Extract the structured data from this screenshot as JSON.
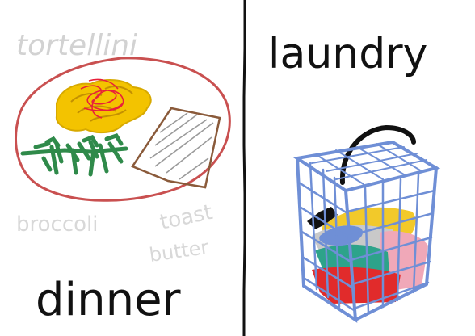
{
  "left_panel": {
    "label_top": "tortellini",
    "label_left": "broccoli",
    "label_right_1": "toast",
    "label_right_2": "butter",
    "caption": "dinner"
  },
  "right_panel": {
    "caption": "laundry"
  },
  "colors": {
    "ink": "#111111",
    "plate": "#c95050",
    "pasta": "#f3c300",
    "pasta_red": "#e8203a",
    "broccoli": "#2f8a4a",
    "toast_outline": "#8a5a3a",
    "hint_text": "#cfcfcf",
    "basket": "#6f8fd6",
    "basket_handle": "#111111",
    "cloth_yellow": "#f2c92a",
    "cloth_blue": "#6f8fd6",
    "cloth_pink": "#f0a8b8",
    "cloth_teal": "#2da38a",
    "cloth_red": "#e12b2b",
    "cloth_grey": "#c9c9c9"
  }
}
